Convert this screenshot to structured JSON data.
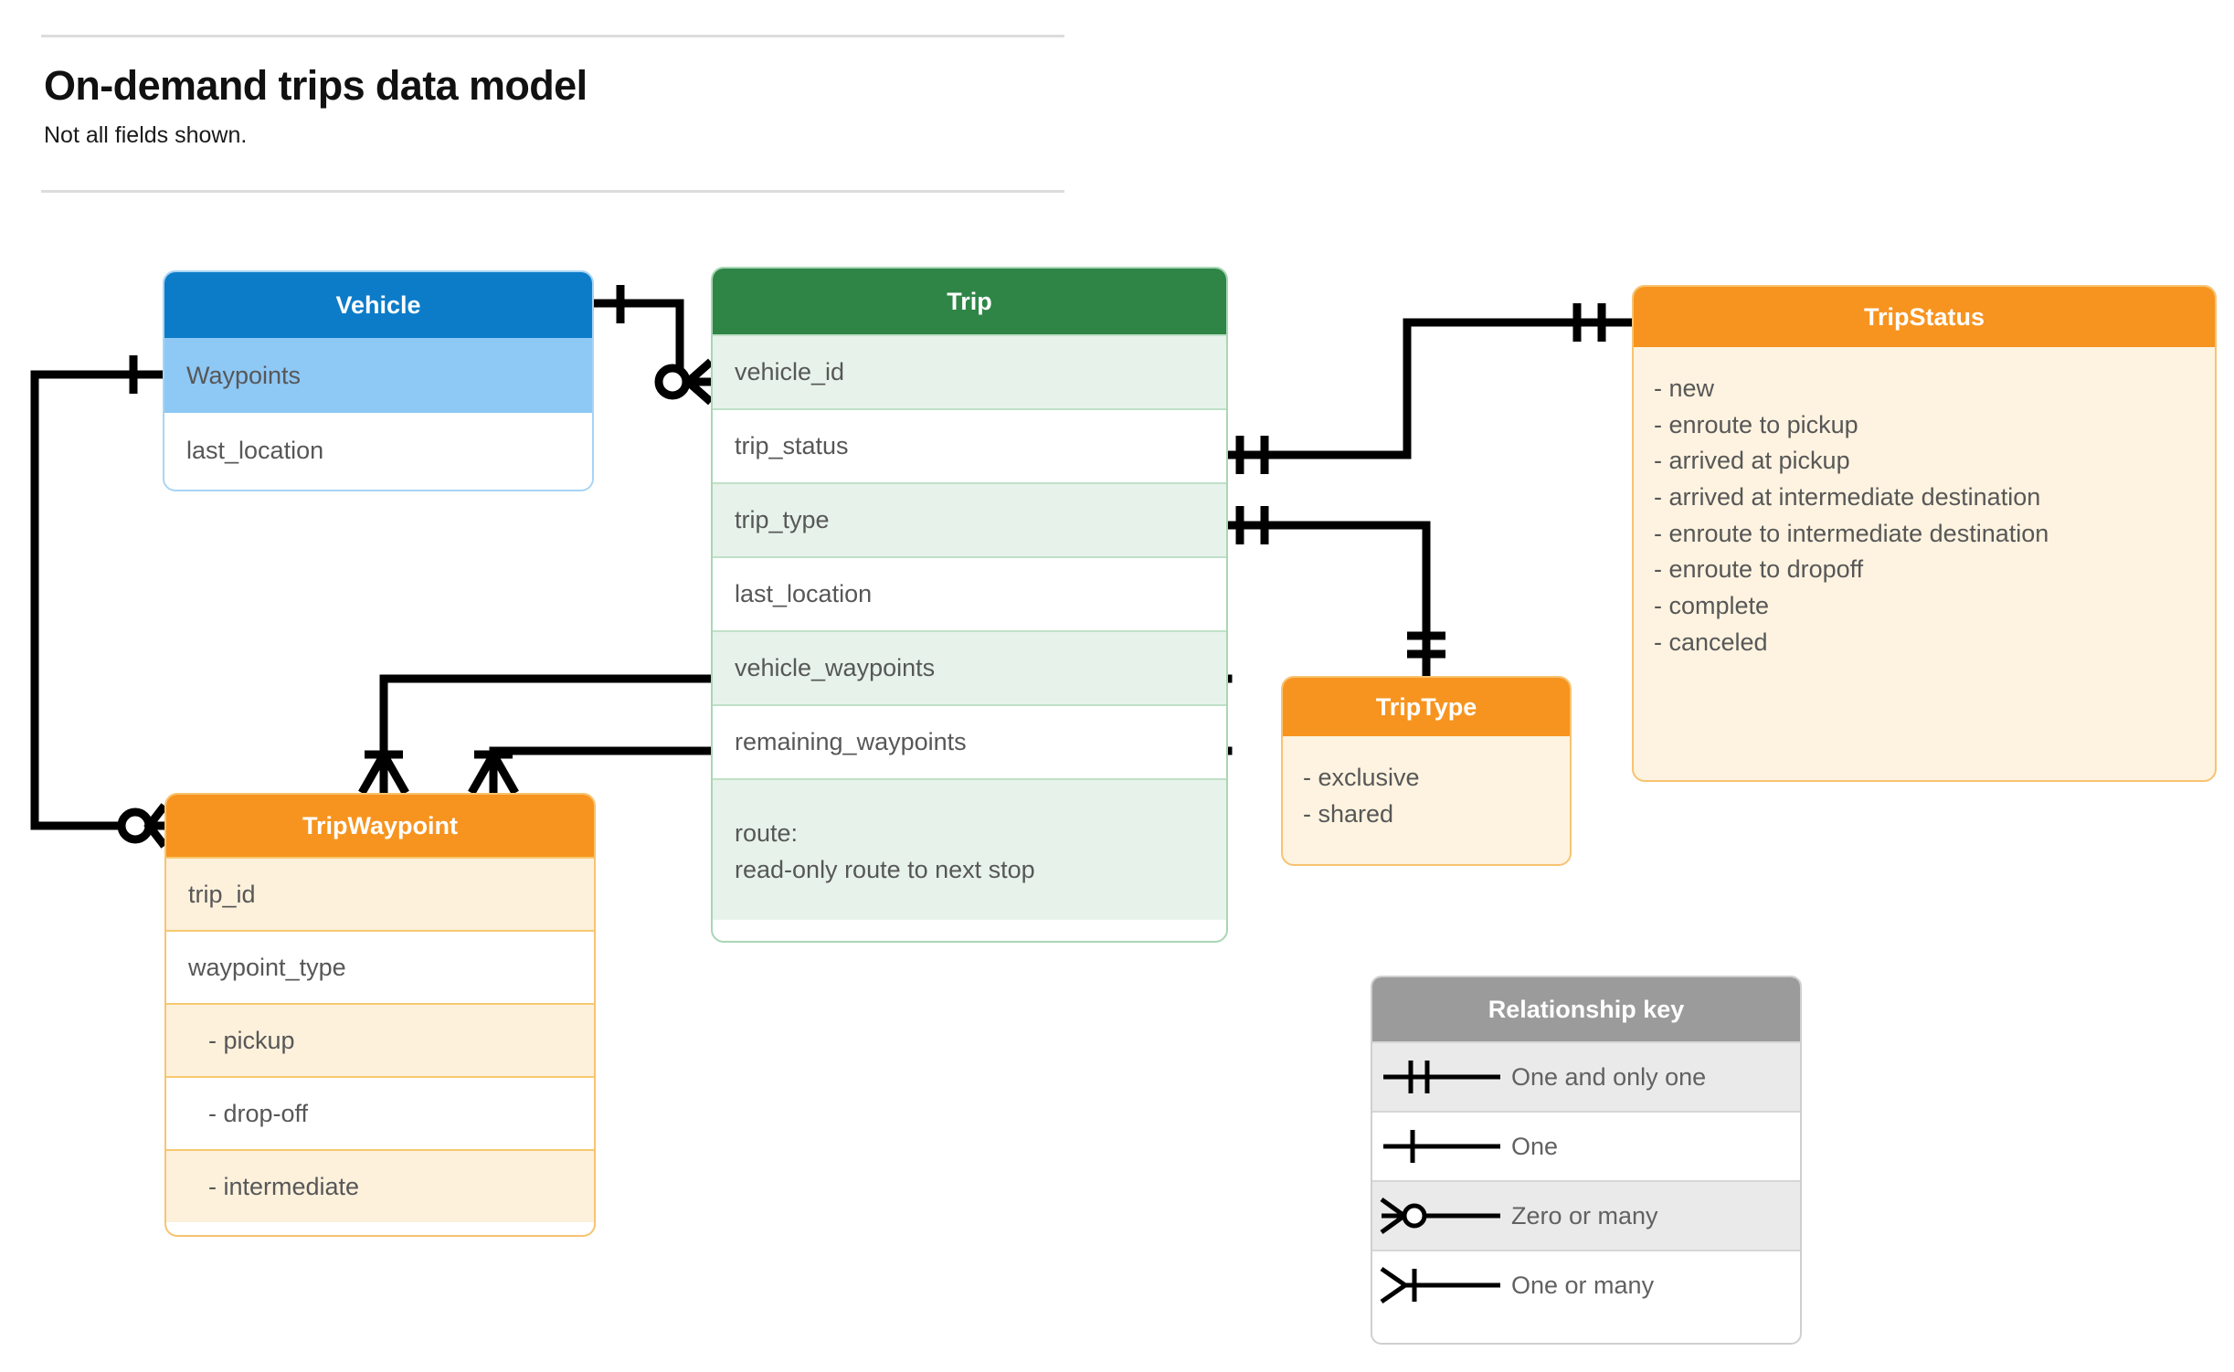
{
  "header": {
    "title": "On-demand trips data model",
    "subtitle": "Not all fields shown."
  },
  "entities": {
    "vehicle": {
      "name": "Vehicle",
      "color": "#0c7cc9",
      "rows": [
        "Waypoints",
        "last_location"
      ]
    },
    "trip": {
      "name": "Trip",
      "color": "#2e8546",
      "rows": [
        "vehicle_id",
        "trip_status",
        "trip_type",
        "last_location",
        "vehicle_waypoints",
        "remaining_waypoints"
      ],
      "route_label": "route:",
      "route_desc": "read-only route to next stop"
    },
    "tripwaypoint": {
      "name": "TripWaypoint",
      "color": "#f7941f",
      "rows": [
        "trip_id",
        "waypoint_type",
        "-  pickup",
        "-  drop-off",
        "-  intermediate"
      ]
    },
    "tripstatus": {
      "name": "TripStatus",
      "color": "#f7941f",
      "values": [
        "- new",
        "- enroute to pickup",
        "- arrived at pickup",
        "- arrived at intermediate destination",
        "- enroute to intermediate destination",
        "- enroute to dropoff",
        "- complete",
        "- canceled"
      ]
    },
    "triptype": {
      "name": "TripType",
      "color": "#f7941f",
      "values": [
        "- exclusive",
        "- shared"
      ]
    }
  },
  "legend": {
    "title": "Relationship key",
    "rows": [
      {
        "label": "One and only one",
        "symbol": "one-and-only-one-symbol"
      },
      {
        "label": "One",
        "symbol": "one-symbol"
      },
      {
        "label": "Zero or many",
        "symbol": "zero-or-many-symbol"
      },
      {
        "label": "One or many",
        "symbol": "one-or-many-symbol"
      }
    ]
  },
  "relationships": [
    {
      "from": "Vehicle",
      "from_card": "One",
      "to": "Trip.vehicle_id",
      "to_card": "Zero or many"
    },
    {
      "from": "Vehicle.Waypoints",
      "from_card": "One",
      "to": "TripWaypoint",
      "to_card": "Zero or many"
    },
    {
      "from": "Trip.trip_status",
      "from_card": "One and only one",
      "to": "TripStatus",
      "to_card": "One and only one"
    },
    {
      "from": "Trip.trip_type",
      "from_card": "One and only one",
      "to": "TripType",
      "to_card": "One and only one"
    },
    {
      "from": "Trip.vehicle_waypoints",
      "from_card": "One",
      "to": "TripWaypoint",
      "to_card": "One or many"
    },
    {
      "from": "Trip.remaining_waypoints",
      "from_card": "One",
      "to": "TripWaypoint",
      "to_card": "One or many"
    }
  ]
}
